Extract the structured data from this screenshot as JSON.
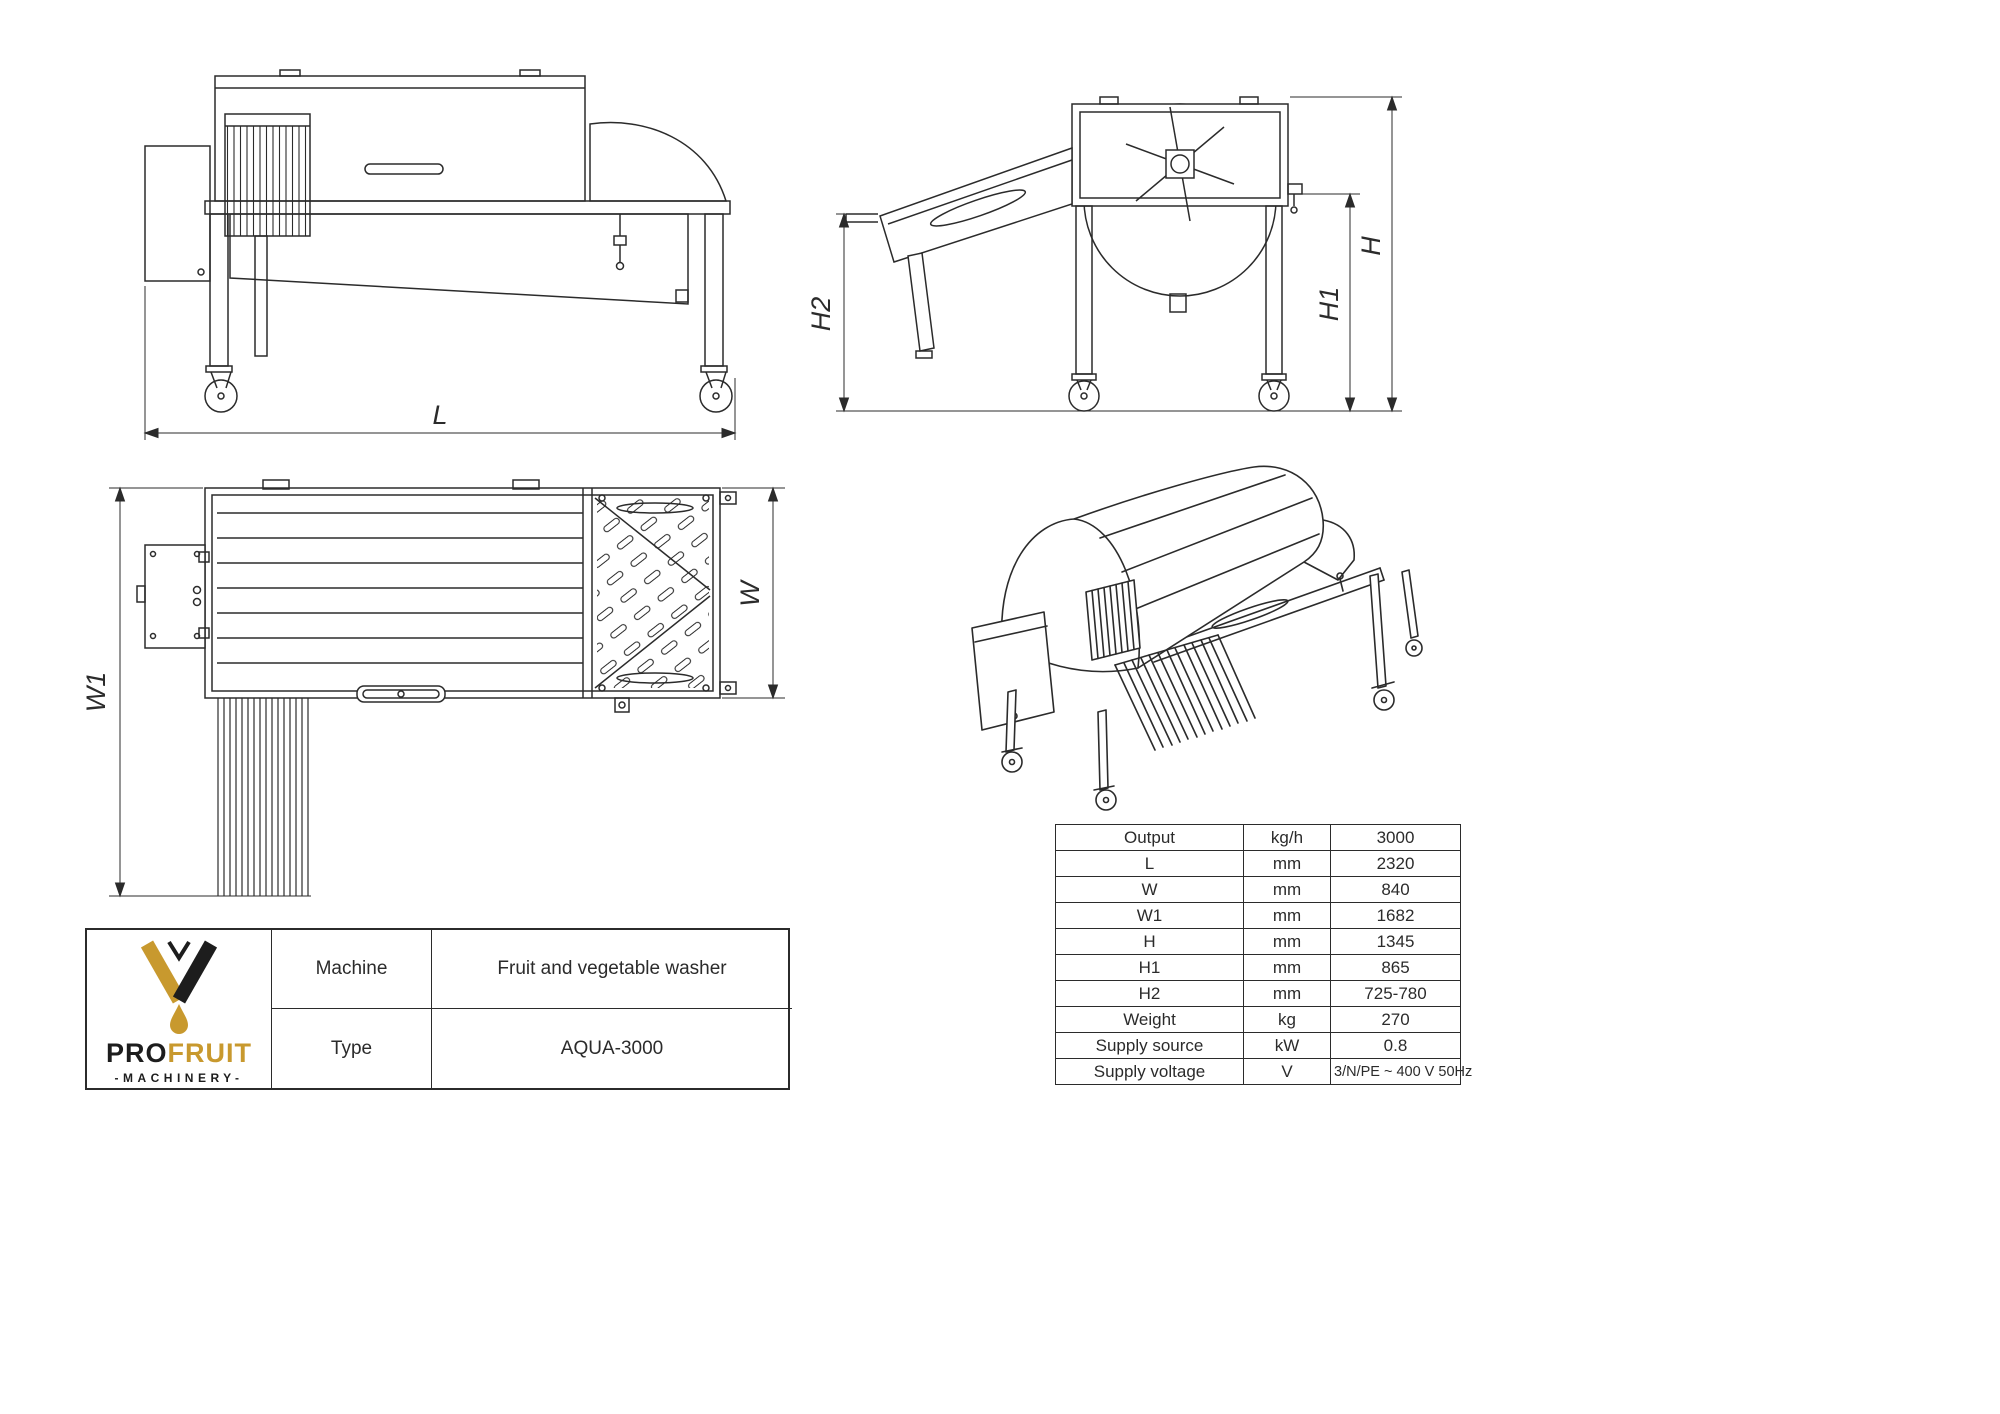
{
  "page": {
    "background": "#ffffff",
    "line_color": "#2b2b2b",
    "accent_gold": "#c8992e"
  },
  "drawing": {
    "labels": {
      "L": "L",
      "W": "W",
      "W1": "W1",
      "H": "H",
      "H1": "H1",
      "H2": "H2"
    }
  },
  "title_block": {
    "brand": {
      "pro": "PRO",
      "fruit": "FRUIT",
      "subtitle": "-MACHINERY-"
    },
    "rows": [
      {
        "label": "Machine",
        "value": "Fruit and vegetable washer"
      },
      {
        "label": "Type",
        "value": "AQUA-3000"
      }
    ]
  },
  "spec_table": {
    "rows": [
      {
        "param": "Output",
        "unit": "kg/h",
        "value": "3000"
      },
      {
        "param": "L",
        "unit": "mm",
        "value": "2320"
      },
      {
        "param": "W",
        "unit": "mm",
        "value": "840"
      },
      {
        "param": "W1",
        "unit": "mm",
        "value": "1682"
      },
      {
        "param": "H",
        "unit": "mm",
        "value": "1345"
      },
      {
        "param": "H1",
        "unit": "mm",
        "value": "865"
      },
      {
        "param": "H2",
        "unit": "mm",
        "value": "725-780"
      },
      {
        "param": "Weight",
        "unit": "kg",
        "value": "270"
      },
      {
        "param": "Supply source",
        "unit": "kW",
        "value": "0.8"
      },
      {
        "param": "Supply voltage",
        "unit": "V",
        "value": "3/N/PE ~ 400 V 50Hz"
      }
    ]
  }
}
